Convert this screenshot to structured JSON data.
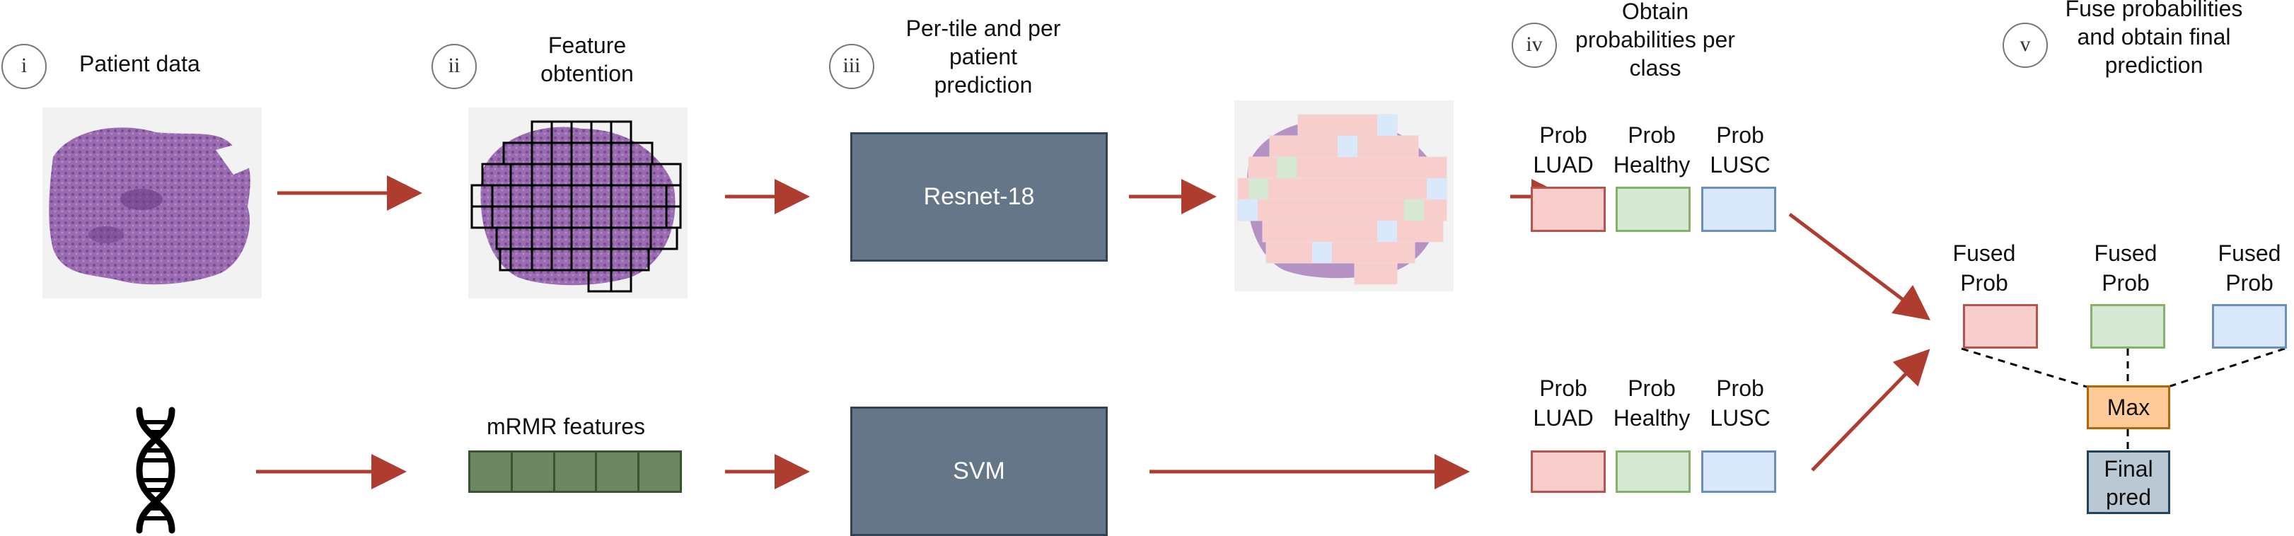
{
  "steps": {
    "i": "i",
    "ii": "ii",
    "iii": "iii",
    "iv": "iv",
    "v": "v"
  },
  "stage_labels": {
    "patient_data": "Patient data",
    "feature_obtention_1": "Feature",
    "feature_obtention_2": "obtention",
    "prediction_1": "Per-tile and per",
    "prediction_2": "patient",
    "prediction_3": "prediction",
    "probs_1": "Obtain",
    "probs_2": "probabilities per",
    "probs_3": "class",
    "fuse_1": "Fuse probabilities",
    "fuse_2": "and obtain final",
    "fuse_3": "prediction"
  },
  "models": {
    "image_model": "Resnet-18",
    "genomic_model": "SVM"
  },
  "mrmr_label": "mRMR features",
  "prob_labels": {
    "luad_1": "Prob",
    "luad_2": "LUAD",
    "healthy_1": "Prob",
    "healthy_2": "Healthy",
    "lusc_1": "Prob",
    "lusc_2": "LUSC"
  },
  "fused_labels": {
    "a1": "Fused",
    "a2": "Prob",
    "b1": "Fused",
    "b2": "Prob",
    "c1": "Fused",
    "c2": "Prob"
  },
  "max_label": "Max",
  "final_1": "Final",
  "final_2": "pred",
  "colors": {
    "arrow": "#ae3c2f",
    "luad_fill": "#f8cecc",
    "luad_border": "#b85450",
    "healthy_fill": "#d5e8d4",
    "healthy_border": "#82b366",
    "lusc_fill": "#dae8fc",
    "lusc_border": "#6c8ebf",
    "model_fill": "#647687",
    "max_fill": "#ffcc99",
    "max_border": "#b46504",
    "final_fill": "#bac8d3",
    "final_border": "#23445d",
    "mrmr_fill": "#6d8764",
    "mrmr_border": "#3a5431"
  }
}
